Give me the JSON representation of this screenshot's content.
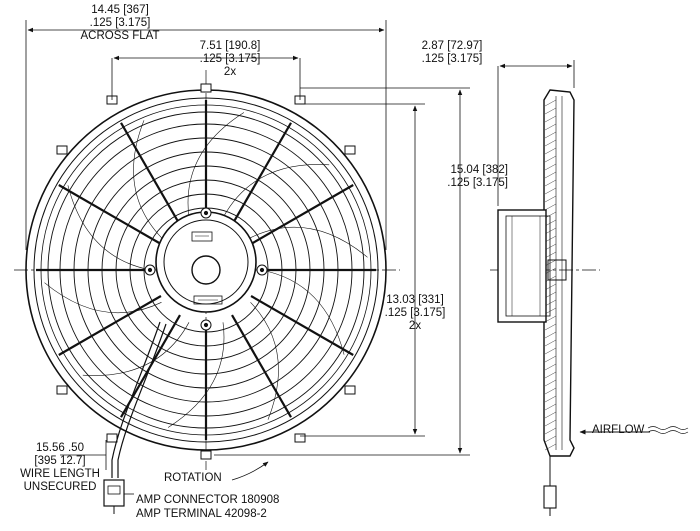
{
  "dimensions": {
    "overall_width": {
      "value": "14.45 [367]",
      "tolerance": ".125 [3.175]",
      "note": "ACROSS FLAT"
    },
    "mount_spacing": {
      "value": "7.51 [190.8]",
      "tolerance": ".125 [3.175]",
      "qty": "2x"
    },
    "depth": {
      "value": "2.87 [72.97]",
      "tolerance": ".125 [3.175]"
    },
    "overall_height": {
      "value": "15.04 [382]",
      "tolerance": ".125 [3.175]"
    },
    "mount_height": {
      "value": "13.03 [331]",
      "tolerance": ".125 [3.175]",
      "qty": "2x"
    },
    "wire": {
      "line1": "15.56  .50",
      "line2": "[395  12.7]",
      "line3": "WIRE LENGTH",
      "line4": "UNSECURED"
    }
  },
  "callouts": {
    "rotation": "ROTATION",
    "airflow": "AIRFLOW",
    "connector": "AMP CONNECTOR 180908",
    "terminal": "AMP TERMINAL 42098-2"
  }
}
